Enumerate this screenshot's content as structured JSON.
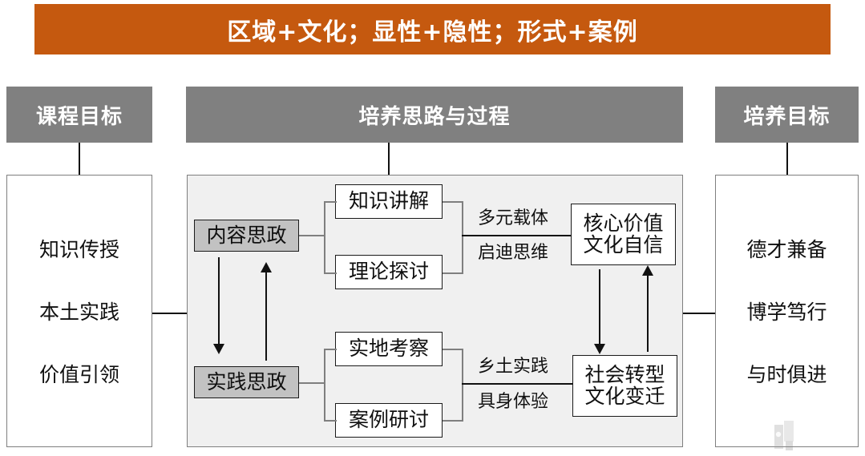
{
  "banner": {
    "text": "区域+文化；显性+隐性；形式+案例",
    "bg_color": "#c5590f",
    "text_color": "#ffffff"
  },
  "headers": {
    "left": "课程目标",
    "middle": "培养思路与过程",
    "right": "培养目标",
    "bg_color": "#808080",
    "text_color": "#ffffff"
  },
  "left_column": {
    "items": [
      "知识传授",
      "本土实践",
      "价值引领"
    ]
  },
  "right_column": {
    "items": [
      "德才兼备",
      "博学笃行",
      "与时俱进"
    ]
  },
  "process": {
    "panel_bg": "#f0f0f0",
    "category_nodes": [
      {
        "label": "内容思政",
        "fill": "#c2c2c2"
      },
      {
        "label": "实践思政",
        "fill": "#c2c2c2"
      }
    ],
    "method_nodes": [
      {
        "label": "知识讲解"
      },
      {
        "label": "理论探讨"
      },
      {
        "label": "实地考察"
      },
      {
        "label": "案例研讨"
      }
    ],
    "approach_labels": [
      {
        "label": "多元载体"
      },
      {
        "label": "启迪思维"
      },
      {
        "label": "乡土实践"
      },
      {
        "label": "具身体验"
      }
    ],
    "outcome_nodes": [
      {
        "line1": "核心价值",
        "line2": "文化自信"
      },
      {
        "line1": "社会转型",
        "line2": "文化变迁"
      }
    ]
  },
  "icons": {
    "watermark": "watermark-logo-icon",
    "arrow_down": "arrow-down-icon",
    "arrow_up": "arrow-up-icon"
  }
}
